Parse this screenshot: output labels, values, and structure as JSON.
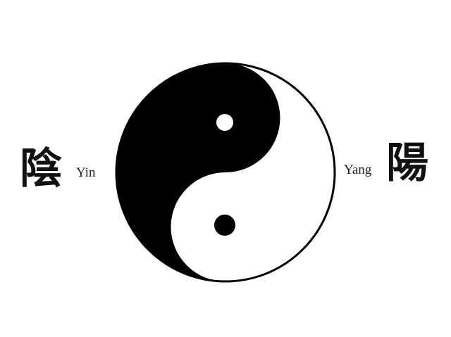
{
  "labels": {
    "yin_hanzi": "陰",
    "yin_latin": "Yin",
    "yang_hanzi": "陽",
    "yang_latin": "Yang"
  },
  "colors": {
    "background": "#ffffff",
    "yin": "#000000",
    "yang": "#ffffff",
    "outline": "#000000"
  },
  "icons": {
    "symbol": "yin-yang-icon"
  }
}
